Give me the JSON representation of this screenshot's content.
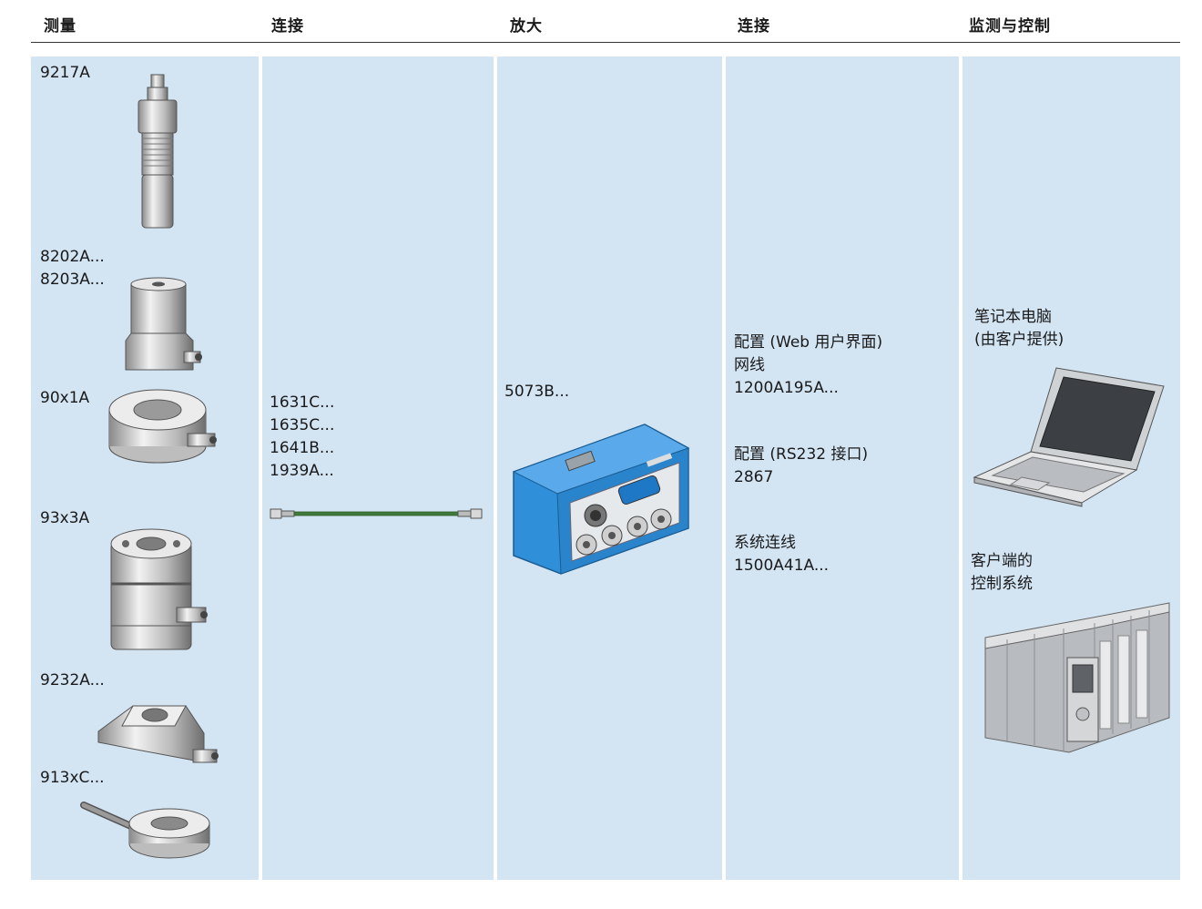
{
  "headers": {
    "measure": "测量",
    "connect1": "连接",
    "amplify": "放大",
    "connect2": "连接",
    "monitor": "监测与控制"
  },
  "sensors": [
    {
      "label": "9217A",
      "icon": "probe-sensor-icon"
    },
    {
      "label_lines": [
        "8202A...",
        "8203A..."
      ],
      "icon": "cylindrical-accelerometer-icon"
    },
    {
      "label": "90x1A",
      "icon": "ring-force-sensor-icon"
    },
    {
      "label": "93x3A",
      "icon": "multi-component-sensor-icon"
    },
    {
      "label": "9232A...",
      "icon": "strain-sensor-icon"
    },
    {
      "label": "913xC...",
      "icon": "miniature-force-sensor-icon"
    }
  ],
  "cables": {
    "lines": [
      "1631C...",
      "1635C...",
      "1641B...",
      "1939A..."
    ],
    "icon": "coax-cable-icon",
    "cable_color": "#3f7a3a"
  },
  "amplifier": {
    "label": "5073B...",
    "icon": "charge-amplifier-icon",
    "housing_color": "#2f8fd8"
  },
  "connections": {
    "config_web": "配置 (Web 用户界面)",
    "network_cable": "网线",
    "network_part": "1200A195A...",
    "config_rs232": "配置 (RS232 接口)",
    "rs232_part": "2867",
    "system_cable": "系统连线",
    "system_part": "1500A41A..."
  },
  "monitoring": {
    "laptop_line1": "笔记本电脑",
    "laptop_line2": "(由客户提供)",
    "laptop_icon": "laptop-icon",
    "control_line1": "客户端的",
    "control_line2": "控制系统",
    "control_icon": "plc-control-system-icon"
  },
  "colors": {
    "column_bg": "#d3e4f3",
    "divider": "#ffffff",
    "text": "#1a1a1a"
  }
}
